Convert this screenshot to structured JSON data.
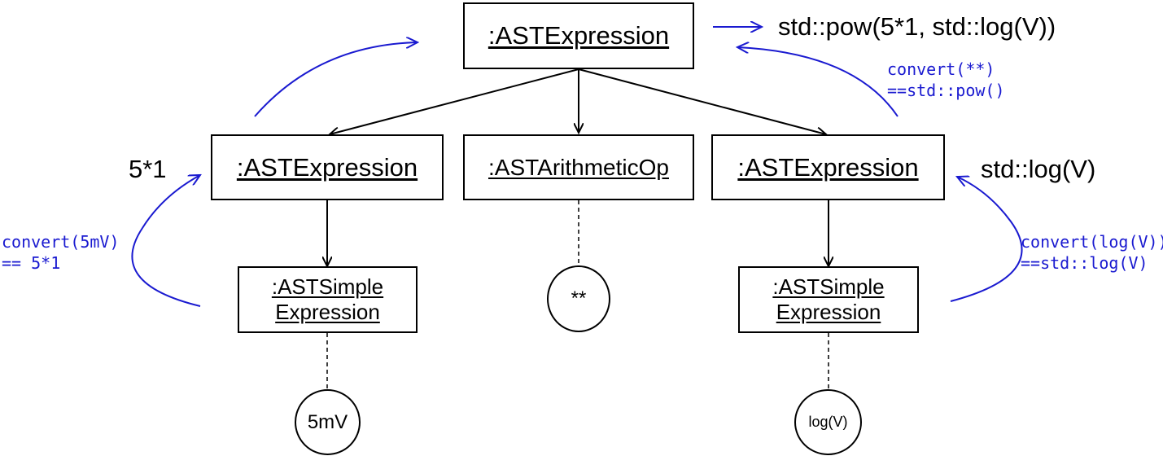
{
  "nodes": {
    "root": ":ASTExpression",
    "left": ":ASTExpression",
    "middle": ":ASTArithmeticOp",
    "right": ":ASTExpression",
    "left_simple_line1": ":ASTSimple",
    "left_simple_line2": "Expression",
    "right_simple_line1": ":ASTSimple",
    "right_simple_line2": "Expression"
  },
  "leaves": {
    "op": "**",
    "left_value": "5mV",
    "right_value": "log(V)"
  },
  "results": {
    "root": "std::pow(5*1, std::log(V))",
    "left": "5*1",
    "right": "std::log(V)"
  },
  "annotations": {
    "root_convert_line1": "convert(**)",
    "root_convert_line2": "==std::pow()",
    "left_convert_line1": "convert(5mV)",
    "left_convert_line2": "== 5*1",
    "right_convert_line1": "convert(log(V))",
    "right_convert_line2": "==std::log(V)"
  },
  "colors": {
    "annotation": "#1a1ad0",
    "structure": "#000000"
  }
}
